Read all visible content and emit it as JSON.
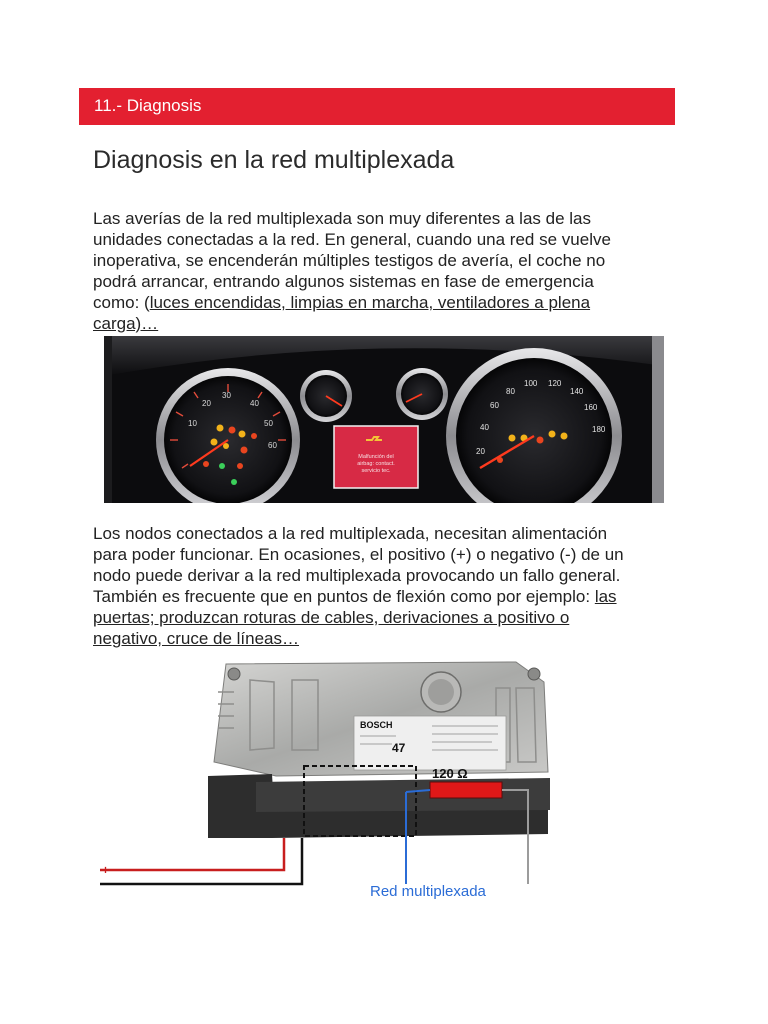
{
  "section": {
    "label": "11.- Diagnosis",
    "color": "#e32030"
  },
  "heading": "Diagnosis en la red multiplexada",
  "paragraph1": {
    "lines": [
      "Las averías de la red multiplexada son muy diferentes a las de las",
      "unidades conectadas a la red. En general, cuando una red se vuelve",
      "inoperativa, se encenderán múltiples testigos de avería, el coche no",
      "podrá arrancar, entrando algunos sistemas en fase de emergencia",
      "como: ("
    ],
    "underlined_lines": [
      "luces encendidas, limpias en marcha, ventiladores a plena",
      "carga)…"
    ]
  },
  "paragraph2": {
    "lines": [
      "Los nodos conectados a la red multiplexada, necesitan alimentación",
      "para poder funcionar. En ocasiones, el positivo (+) o negativo (-) de un",
      "nodo puede derivar a la red multiplexada provocando un fallo general.",
      "También es frecuente que en puntos de flexión como por ejemplo: "
    ],
    "underlined_lines": [
      "las",
      "puertas; produzcan roturas de cables, derivaciones a positivo o",
      "negativo, cruce de líneas…"
    ]
  },
  "dashboard_image": {
    "screen_text": [
      "Malfunción del",
      "airbag: contact.",
      "servicio tec."
    ],
    "gauge_labels": [
      "10",
      "20",
      "30",
      "40",
      "50",
      "60",
      "20",
      "40",
      "60",
      "80",
      "100",
      "120",
      "140",
      "160",
      "180"
    ]
  },
  "ecu_image": {
    "brand": "BOSCH",
    "part_number": "47",
    "resistor_label": "120 Ω",
    "plus_label": "+",
    "minus_label": "-",
    "bus_label": "Red multiplexada",
    "bus_color": "#2b6cd6",
    "resistor_color": "#e01818"
  }
}
